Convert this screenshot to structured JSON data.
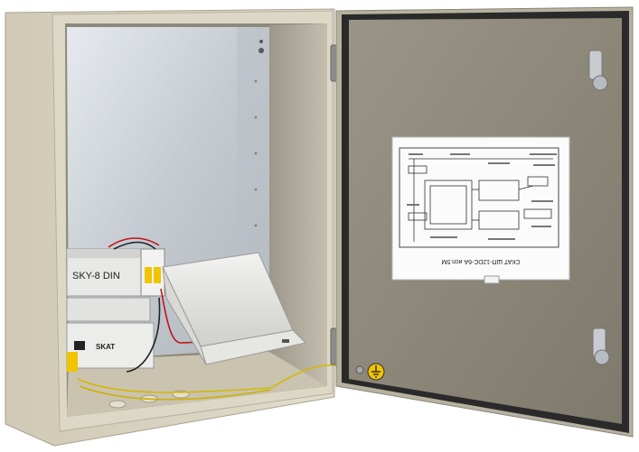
{
  "enclosure": {
    "power_module": {
      "model_label": "SKY-8 DIN",
      "brand_label": "SKAT"
    },
    "door_diagram": {
      "caption": "СКАТ ШП-12DC-6А исп.5М"
    },
    "colors": {
      "cabinet_body": "#d6d0bd",
      "door_panel": "#8f8a7c",
      "gasket": "#2a2a2a",
      "galvanized_plate": "#c9cfd4",
      "ground_label": "#f0c400"
    }
  }
}
